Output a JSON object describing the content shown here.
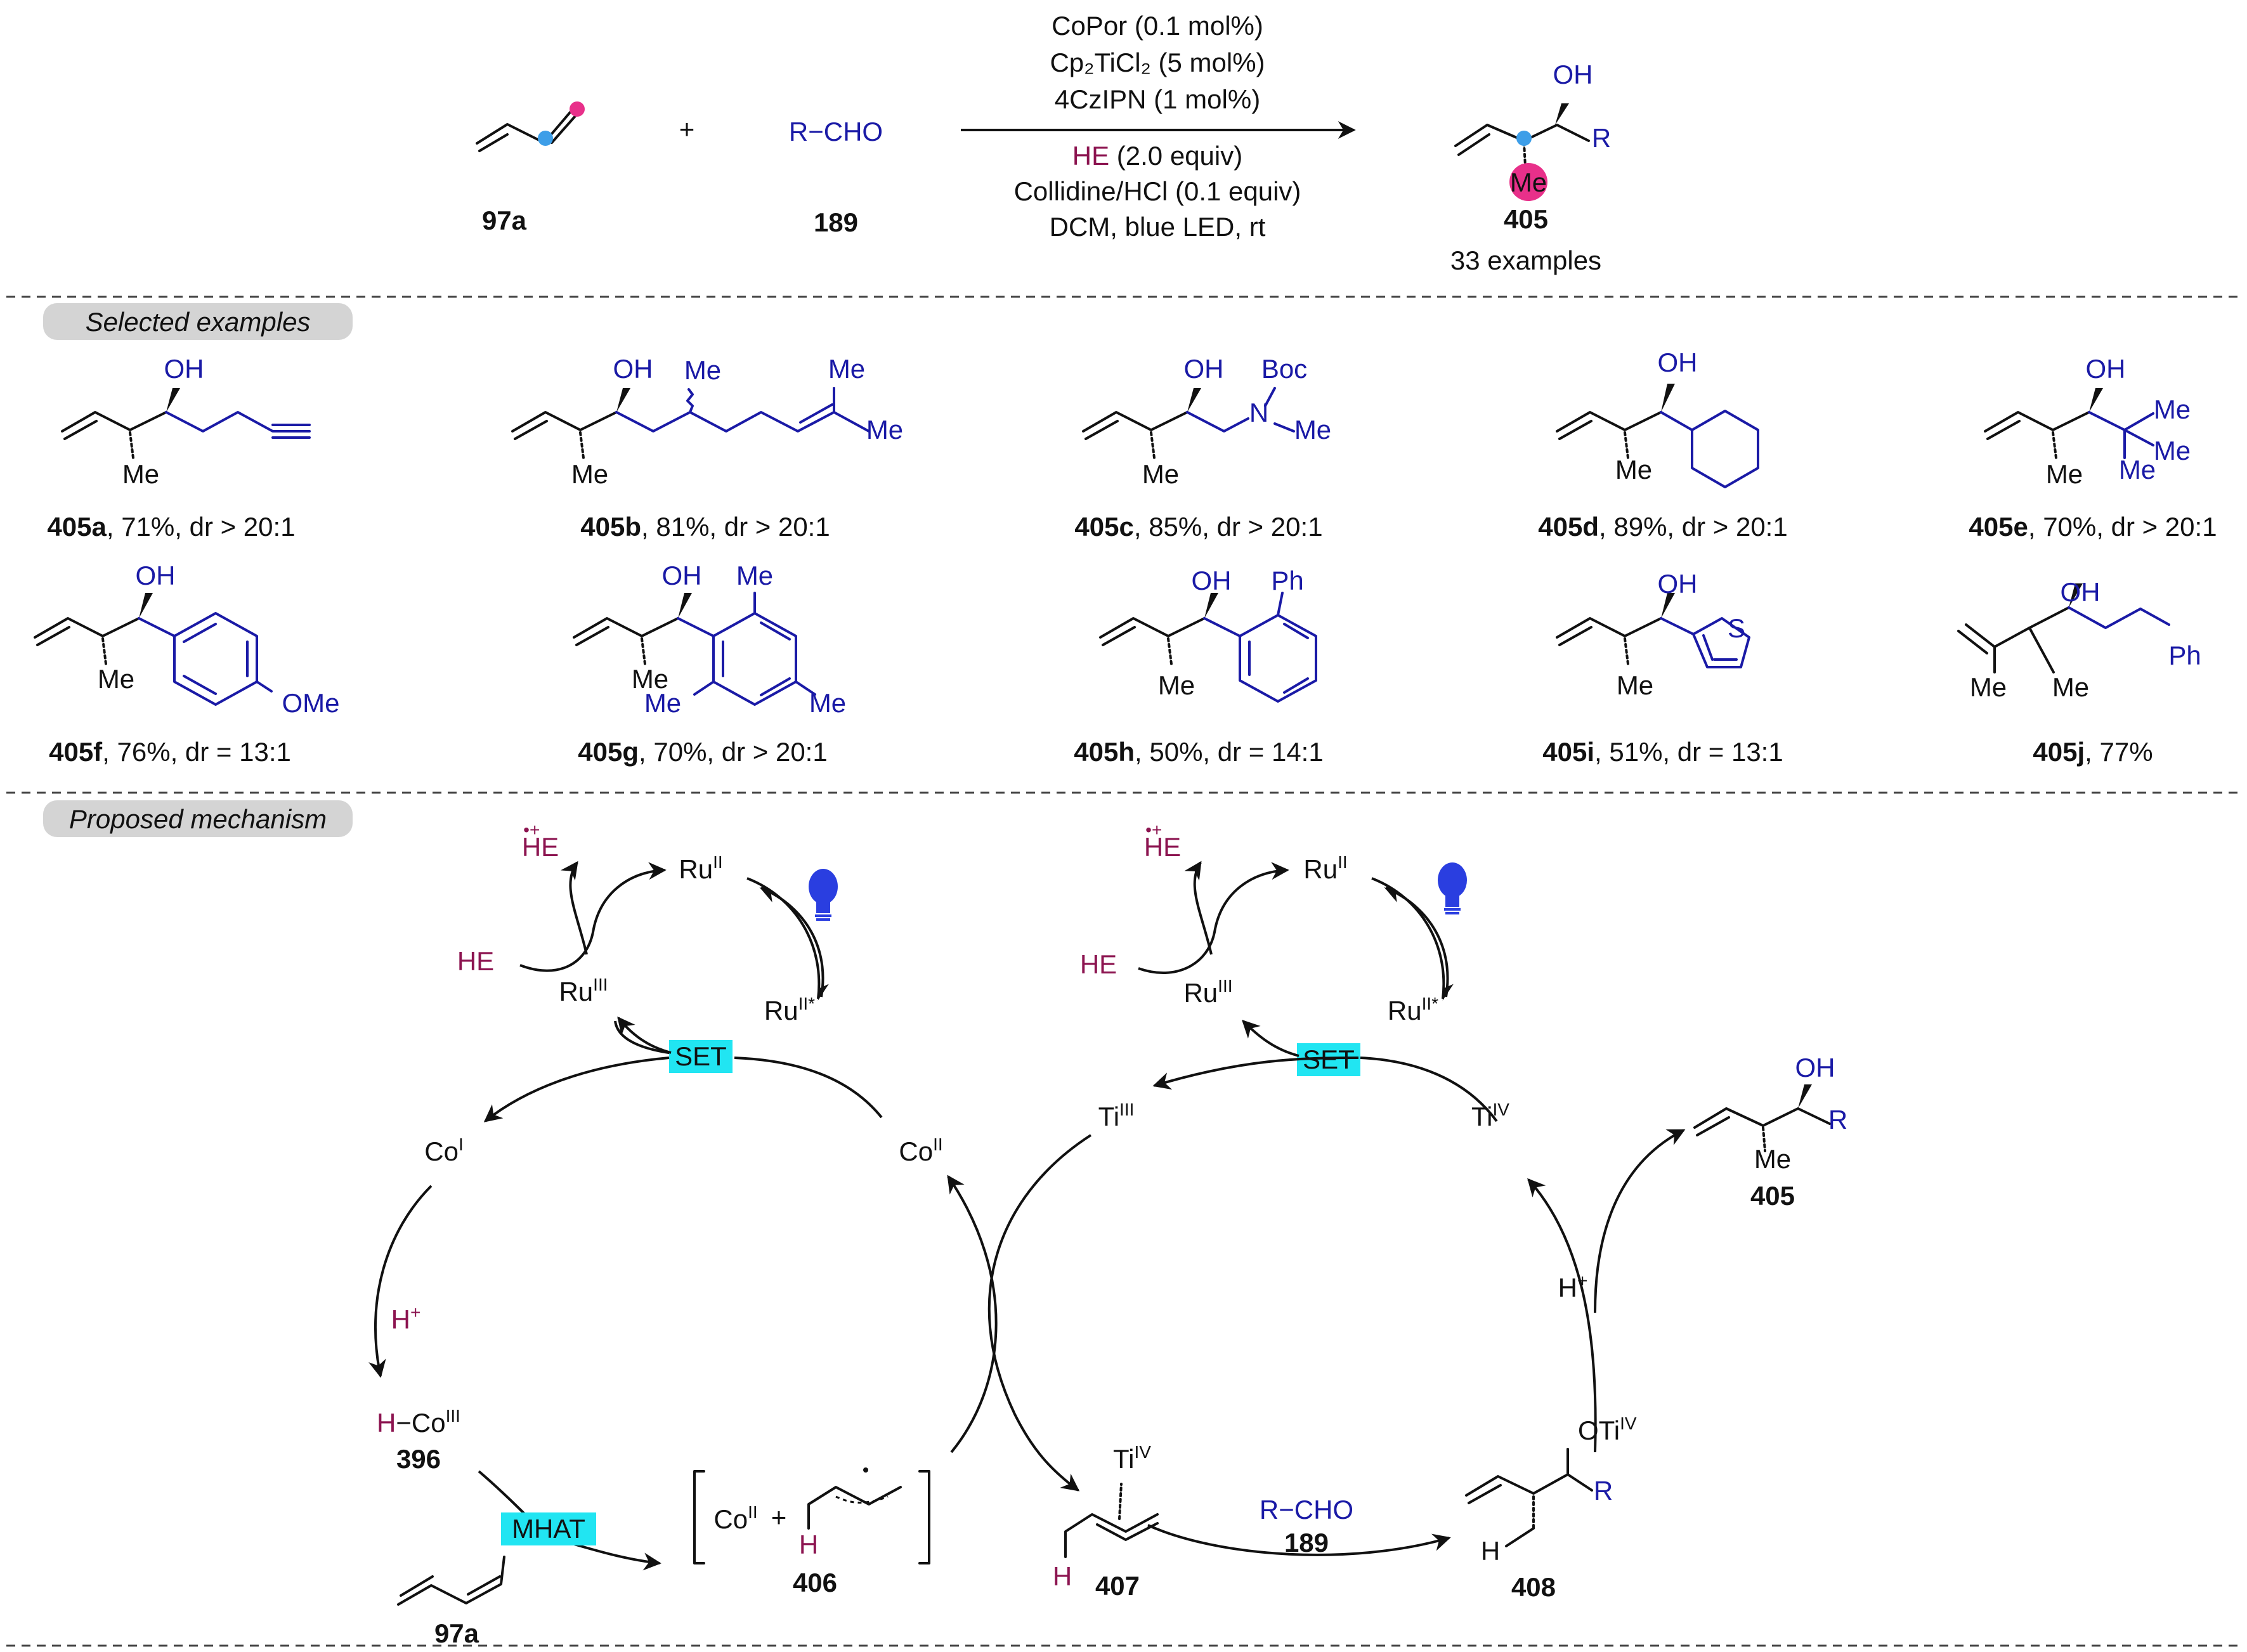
{
  "reaction": {
    "reactant1_label": "97a",
    "plus": "+",
    "reactant2": "R−CHO",
    "reactant2_label": "189",
    "conditions_above": [
      "CoPor (0.1 mol%)",
      "Cp₂TiCl₂ (5 mol%)",
      "4CzIPN (1 mol%)"
    ],
    "conditions_below_he": "HE",
    "conditions_below_he_rest": " (2.0 equiv)",
    "conditions_below": [
      "Collidine/HCl (0.1 equiv)",
      "DCM, blue LED, rt"
    ],
    "product_oh": "OH",
    "product_r": "R",
    "product_me": "Me",
    "product_label": "405",
    "product_count": "33 examples"
  },
  "sections": {
    "selected_examples": "Selected examples",
    "proposed_mechanism": "Proposed mechanism"
  },
  "examples": [
    {
      "id": "405a",
      "rest": ", 71%, dr > 20:1"
    },
    {
      "id": "405b",
      "rest": ", 81%, dr > 20:1"
    },
    {
      "id": "405c",
      "rest": ", 85%, dr > 20:1"
    },
    {
      "id": "405d",
      "rest": ", 89%, dr > 20:1"
    },
    {
      "id": "405e",
      "rest": ", 70%, dr > 20:1"
    },
    {
      "id": "405f",
      "rest": ", 76%, dr = 13:1"
    },
    {
      "id": "405g",
      "rest": ", 70%, dr > 20:1"
    },
    {
      "id": "405h",
      "rest": ", 50%, dr = 14:1"
    },
    {
      "id": "405i",
      "rest": ", 51%, dr = 13:1"
    },
    {
      "id": "405j",
      "rest": ", 77%"
    }
  ],
  "atom_labels": {
    "oh": "OH",
    "me": "Me",
    "boc": "Boc",
    "n": "N",
    "ome": "OMe",
    "ph": "Ph",
    "s": "S"
  },
  "mechanism": {
    "he": "HE",
    "he_radical": "HE",
    "he_radical_sup": "•+",
    "ru": "Ru",
    "ru2_sup": "II",
    "ru3_sup": "III",
    "ru2star_sup": "II*",
    "set": "SET",
    "co": "Co",
    "co1_sup": "I",
    "co2_sup": "II",
    "co3_sup": "III",
    "h_plus": "H",
    "h_plus_sup": "+",
    "hco_h": "H",
    "hco_rest": "−Co",
    "hco_label": "396",
    "mhat": "MHAT",
    "diene_label": "97a",
    "bracket_co": "Co",
    "bracket_plus": "+",
    "bracket_h": "H",
    "bracket_label": "406",
    "ti": "Ti",
    "ti3_sup": "III",
    "ti4_sup": "IV",
    "allyl_ti_label": "407",
    "allyl_h": "H",
    "aldehyde": "R−CHO",
    "aldehyde_label": "189",
    "alkoxide_o": "OTi",
    "alkoxide_r": "R",
    "alkoxide_h": "H",
    "alkoxide_label": "408",
    "product_label": "405",
    "product_oh": "OH",
    "product_r": "R",
    "product_me": "Me"
  },
  "colors": {
    "blue": "#1a1aa6",
    "maroon": "#8c1450",
    "cyan_box": "#21e5f2",
    "pink_atom": "#e8308a",
    "blue_atom": "#3d9ee8",
    "bulb": "#2a3ee0",
    "label_box": "#d4d4d4"
  }
}
